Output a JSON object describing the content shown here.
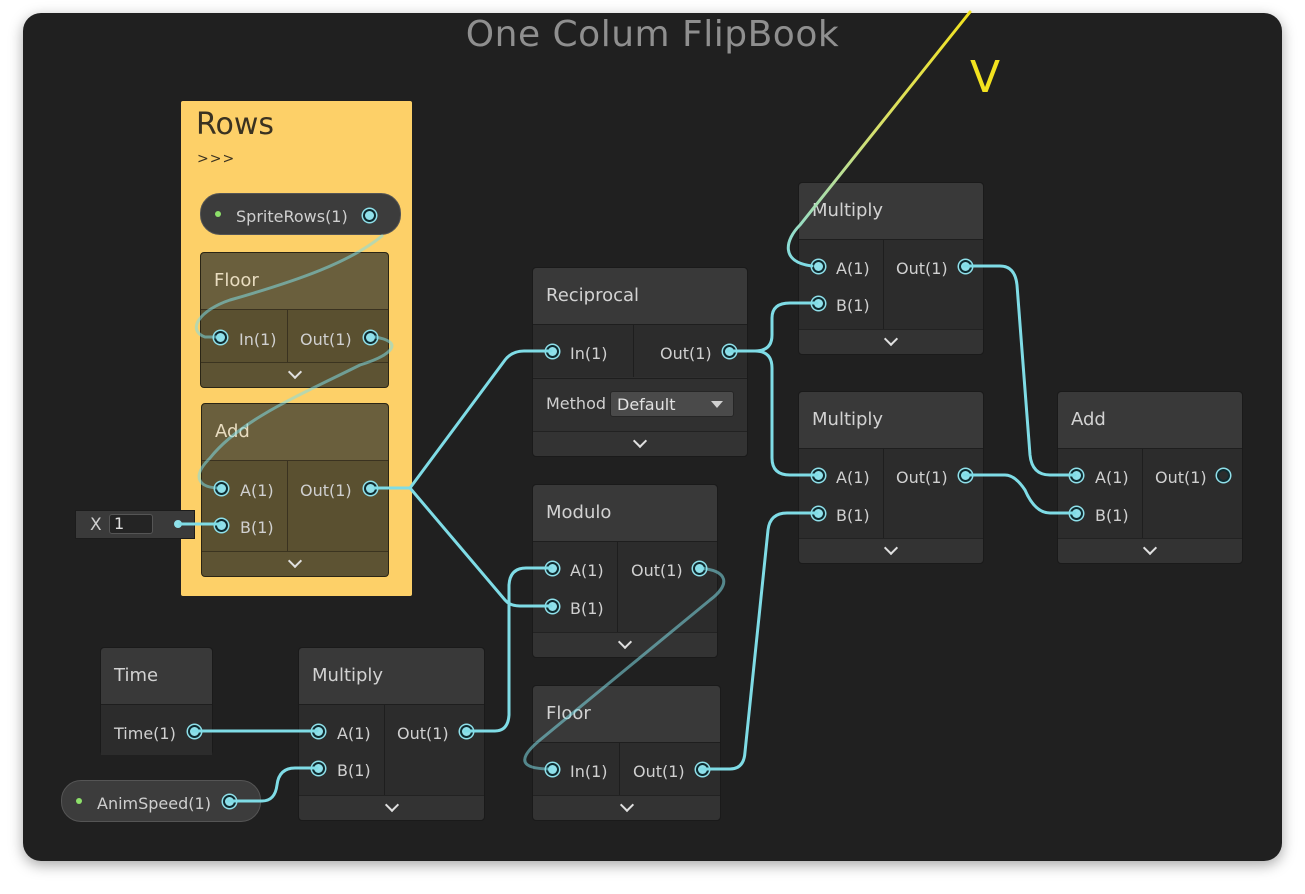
{
  "graph_title": "One Colum FlipBook",
  "v_label": "V",
  "group": {
    "title": "Rows",
    "subtitle": ">>>"
  },
  "properties": {
    "sprite_rows": "SpriteRows(1)",
    "anim_speed": "AnimSpeed(1)"
  },
  "inline_input": {
    "label": "X",
    "value": "1"
  },
  "nodes": {
    "floor_rows": {
      "title": "Floor",
      "in": "In(1)",
      "out": "Out(1)"
    },
    "add_rows": {
      "title": "Add",
      "a": "A(1)",
      "b": "B(1)",
      "out": "Out(1)"
    },
    "reciprocal": {
      "title": "Reciprocal",
      "in": "In(1)",
      "out": "Out(1)",
      "method_label": "Method",
      "method_value": "Default"
    },
    "modulo": {
      "title": "Modulo",
      "a": "A(1)",
      "b": "B(1)",
      "out": "Out(1)"
    },
    "time": {
      "title": "Time",
      "out": "Time(1)"
    },
    "multiply_time": {
      "title": "Multiply",
      "a": "A(1)",
      "b": "B(1)",
      "out": "Out(1)"
    },
    "floor_time": {
      "title": "Floor",
      "in": "In(1)",
      "out": "Out(1)"
    },
    "multiply_top": {
      "title": "Multiply",
      "a": "A(1)",
      "b": "B(1)",
      "out": "Out(1)"
    },
    "multiply_mid": {
      "title": "Multiply",
      "a": "A(1)",
      "b": "B(1)",
      "out": "Out(1)"
    },
    "add_final": {
      "title": "Add",
      "a": "A(1)",
      "b": "B(1)",
      "out": "Out(1)"
    }
  },
  "colors": {
    "wire": "#7fdce6",
    "group": "#fdd068",
    "v_wire": "#f2e21f",
    "background": "#202020"
  }
}
